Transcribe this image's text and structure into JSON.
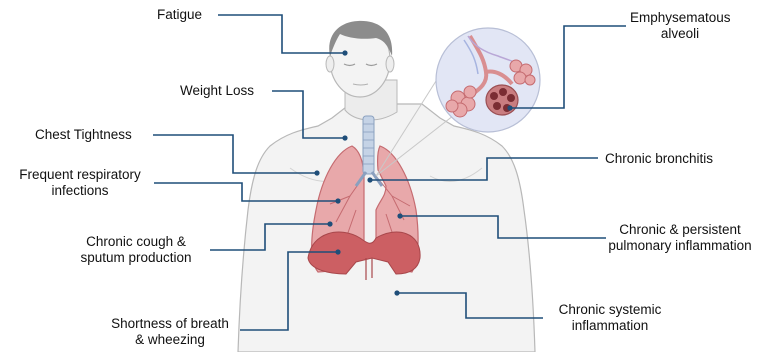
{
  "labels": {
    "fatigue": "Fatigue",
    "weight_loss": "Weight Loss",
    "chest_tightness": "Chest Tightness",
    "frequent_infections": [
      "Frequent respiratory",
      "infections"
    ],
    "chronic_cough": [
      "Chronic cough &",
      "sputum production"
    ],
    "shortness_of_breath": [
      "Shortness of breath",
      "& wheezing"
    ],
    "emphysematous_alveoli": [
      "Emphysematous",
      "alveoli"
    ],
    "chronic_bronchitis": "Chronic bronchitis",
    "pulmonary_inflammation": [
      "Chronic & persistent",
      "pulmonary inflammation"
    ],
    "systemic_inflammation": [
      "Chronic systemic",
      "inflammation"
    ]
  },
  "colors": {
    "connector": "#1f4e79",
    "body_fill": "#f3f3f3",
    "body_outline": "#b8b8b8",
    "hair": "#8c8c8c",
    "lung_fill": "#e8a8aa",
    "lung_outline": "#c56b70",
    "diaphragm": "#cc5f63",
    "trachea": "#c5d3e6",
    "alveoli": "#d98f91"
  }
}
